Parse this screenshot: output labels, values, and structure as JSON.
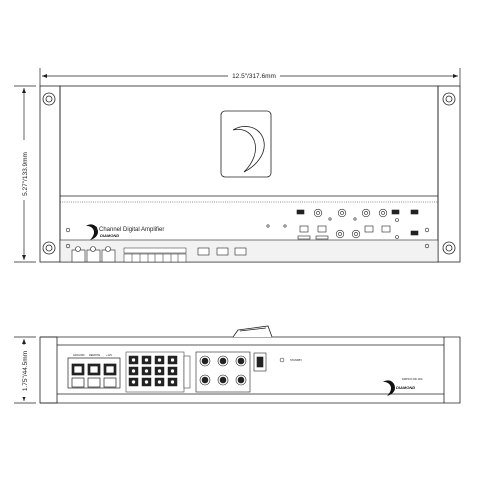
{
  "dimensions": {
    "width_label": "12.5\"/317.6mm",
    "height_label": "5.27\"/133.9mm",
    "depth_label": "1.75\"/44.5mm"
  },
  "top_view": {
    "product_name": "8 Channel Digital Amplifier",
    "brand": "DIAMOND"
  },
  "side_view": {
    "brand": "DIAMOND",
    "model_label": "DMPD.8.100.1DA",
    "terminal_labels": [
      "GROUND",
      "REMOTE",
      "+12V"
    ],
    "switch_label": "STANDBY"
  },
  "colors": {
    "line": "#222222",
    "panel_band": "#f2f2f2"
  }
}
